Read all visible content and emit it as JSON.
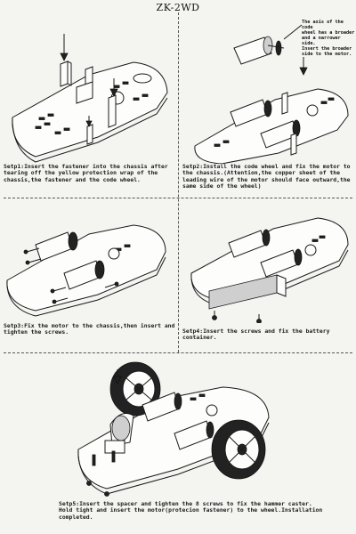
{
  "header": {
    "title": "ZK-2WD"
  },
  "steps": [
    {
      "caption": "Setp1:Insert the fastener into the chassis after\ntearing off the yellow protection wrap of the\nchassis,the fastener and the code wheel."
    },
    {
      "caption": "Setp2:Install the code wheel and fix the motor to\nthe chassis.(Attention,the copper sheet of the\nleading wire of the motor should face outward,the\nsame side of the wheel)"
    },
    {
      "caption": "Setp3:Fix the motor to the chassis,then insert and\ntighten the screws."
    },
    {
      "caption": "Setp4:Insert the screws and fix the battery container."
    },
    {
      "caption": "Setp5:Insert the spacer and tighten the 8 screws to fix the hammer caster.\nHold tight and insert the motor(protecion fastener) to the wheel.Installation\ncompleted."
    }
  ],
  "step2_note": {
    "text": "The axis of the code\nwheel has a broader\nand a narrower side.\nInsert the broader\nside to the motor."
  }
}
